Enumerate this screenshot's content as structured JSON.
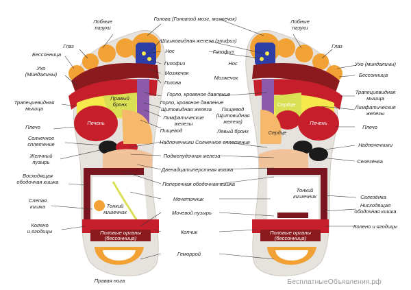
{
  "colors": {
    "outline": "#e6e2dd",
    "dark_red": "#8a1a1e",
    "red": "#c61f2b",
    "orange": "#f2a134",
    "light_orange": "#f6b86a",
    "yellow": "#f5e94d",
    "peach": "#f2c39a",
    "blue": "#2e3ea6",
    "purple": "#8b5aa8",
    "green_yellow": "#d9e054",
    "black": "#1b1b1b",
    "bowel": "#7a1620"
  },
  "left_foot": {
    "caption": "Правая нога",
    "labels": {
      "frontal_sinuses": "Лобные пазухи",
      "eye": "Глаз",
      "insomnia": "Бессонница",
      "ear": "Ухо (Миндалины)",
      "trapezius": "Трапециевидная мышца",
      "shoulder": "Плечо",
      "liver": "Печень",
      "right_bronchus": "Правый бронх",
      "solar_plexus": "Солнечное сплетение",
      "gallbladder": "Желчный пузырь",
      "ascending_colon": "Восходящая ободочная кишка",
      "cecum": "Слепая кишка",
      "small_intestine": "Тонкий кишечник",
      "knee_hips": "Колено и ягодицы",
      "genitals": "Половые органы (бессонница)"
    }
  },
  "center_labels": {
    "head": "Голова (Головной мозг, мозжечок)",
    "pineal": "Шишковидная железа (эпифиз)",
    "nose": "Нос",
    "pituitary": "Гипофиз",
    "cerebellum": "Мозжечок",
    "head_short": "Голова",
    "throat": "Горло, кровяное давление",
    "thyroid": "Щитовидная железа",
    "lymph": "Лимфатические железы",
    "esophagus": "Пищевод",
    "adrenal": "Надпочечники",
    "pancreas": "Поджелудочная железа",
    "duodenum": "Двенадцатиперстная кишка",
    "transverse_colon": "Поперечная ободочная кишка",
    "ureter": "Мочеточник",
    "bladder": "Мочевой пузырь",
    "coccyx": "Копчик",
    "hemorrhoids": "Геморрой"
  },
  "right_foot": {
    "labels": {
      "frontal_sinuses": "Лобные пазухи",
      "pituitary": "Гипофиз",
      "eye": "Глаз",
      "nose": "Нос",
      "ear": "Ухо (миндалины)",
      "cerebellum": "Мозжечок",
      "insomnia": "Бессонница",
      "throat": "Горло, кровяное давление",
      "trapezius": "Трапециевидная мышца",
      "heart": "Сердце",
      "esophagus_thyroid": "Пищевод (Щитовидная железа)",
      "lymph": "Лимфатические железы",
      "left_bronchus": "Левый бронх",
      "heart2": "Сердце",
      "liver": "Печень",
      "shoulder": "Плечо",
      "solar_plexus": "Солнечное сплетение",
      "adrenal": "Надпочечники",
      "spleen": "Селезёнка",
      "small_intestine": "Тонкий кишечник",
      "spleen2": "Селезёнка",
      "descending_colon": "Нисходящая ободочная кишка",
      "knee_hips": "Колено и ягодицы",
      "genitals": "Половые органы (бессонница)"
    }
  },
  "watermark": "БесплатныеОбъявления.рф"
}
